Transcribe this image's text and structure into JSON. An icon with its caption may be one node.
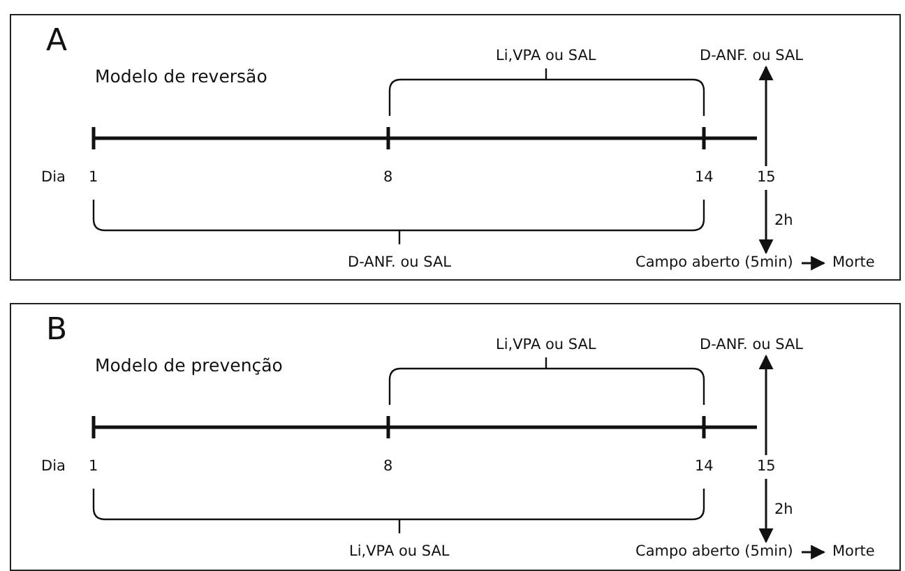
{
  "diagram": {
    "nodes": [
      {
        "text": [
          "A",
          "Modelo de reversão"
        ]
      },
      {
        "text": [
          "D-ANF. ou SAL"
        ],
        "in": 0
      },
      {
        "text": [
          "15"
        ],
        "in": 0
      },
      {
        "text": [
          "Campo aberto (5min)"
        ],
        "in": 0
      },
      {
        "text": [
          "Morte"
        ],
        "in": 0
      },
      {
        "text": [
          "B",
          "Modelo de prevenção"
        ]
      },
      {
        "text": [
          "D-ANF. ou SAL"
        ],
        "in": 5
      },
      {
        "text": [
          "15"
        ],
        "in": 5
      },
      {
        "text": [
          "Campo aberto (5min)"
        ],
        "in": 5
      },
      {
        "text": [
          "Morte"
        ],
        "in": 5
      }
    ],
    "edges": [
      {
        "from": 2,
        "to": 1,
        "arrow": "to"
      },
      {
        "from": 2,
        "to": 3,
        "arrow": "to",
        "label": "2h"
      },
      {
        "from": 3,
        "to": 4,
        "arrow": "to"
      },
      {
        "from": 7,
        "to": 6,
        "arrow": "to"
      },
      {
        "from": 7,
        "to": 8,
        "arrow": "to",
        "label": "2h"
      },
      {
        "from": 8,
        "to": 9,
        "arrow": "to"
      }
    ],
    "labels": [
      "Li,VPA ou SAL",
      "Dia",
      "1",
      "8",
      "14",
      "D-ANF. ou SAL",
      "Li,VPA ou SAL",
      "Dia",
      "1",
      "8",
      "14",
      "Li,VPA ou SAL"
    ]
  }
}
